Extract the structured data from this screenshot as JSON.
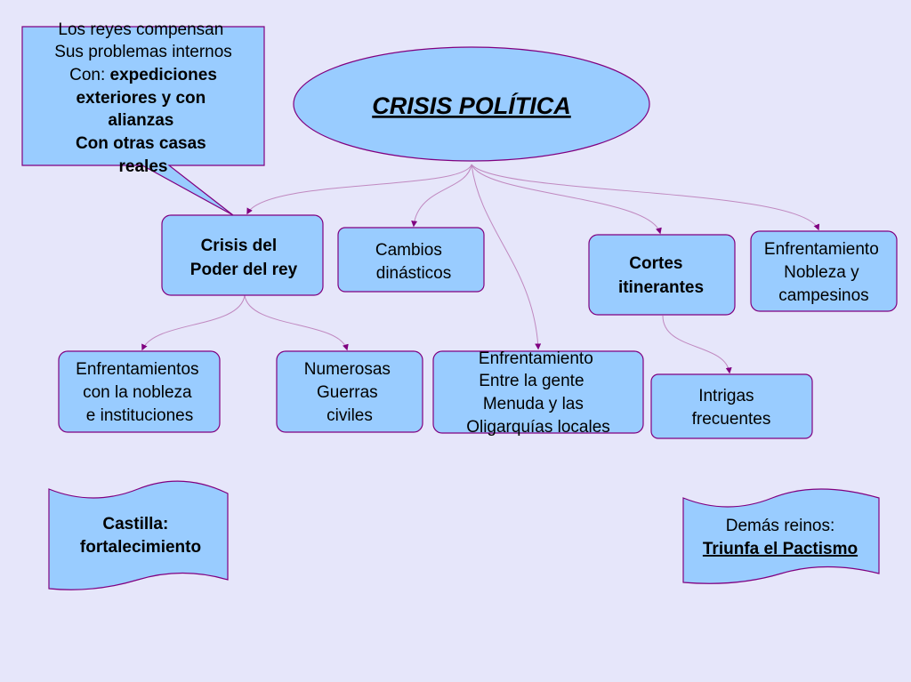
{
  "title": "CRISIS POLÍTICA",
  "callout": {
    "lines": [
      {
        "text": "Los reyes compensan",
        "bold": false
      },
      {
        "text": "Sus problemas internos",
        "bold": false
      },
      {
        "text": "expediciones",
        "bold": true,
        "prefix": "Con: "
      },
      {
        "text": "exteriores y con",
        "bold": true
      },
      {
        "text": "alianzas",
        "bold": true
      },
      {
        "text": "Con otras casas",
        "bold": true
      },
      {
        "text": "reales",
        "bold": true
      }
    ]
  },
  "level1": {
    "crisis_poder": {
      "lines": [
        "Crisis del",
        "Poder del rey"
      ],
      "bold": true
    },
    "cambios": {
      "lines": [
        "Cambios",
        "dinásticos"
      ],
      "bold": false
    },
    "cortes": {
      "lines": [
        "Cortes",
        "itinerantes"
      ],
      "bold": true
    },
    "nobleza_campesinos": {
      "lines": [
        "Enfrentamiento",
        "Nobleza y",
        "campesinos"
      ],
      "bold": false
    }
  },
  "level2": {
    "enfrent_nobleza": {
      "lines": [
        "Enfrentamientos",
        "con la nobleza",
        "e instituciones"
      ],
      "bold": false
    },
    "guerras": {
      "lines": [
        "Numerosas",
        "Guerras",
        "civiles"
      ],
      "bold": false
    },
    "oligarquias": {
      "lines": [
        "Enfrentamiento",
        "Entre la gente",
        "Menuda y las",
        "Oligarquías locales"
      ],
      "bold": false
    },
    "intrigas": {
      "lines": [
        "Intrigas",
        "frecuentes"
      ],
      "bold": false
    }
  },
  "notes": {
    "castilla": {
      "lines": [
        "Castilla:",
        "fortalecimiento"
      ]
    },
    "demas": {
      "line1": "Demás reinos:",
      "line2": "Triunfa el Pactismo"
    }
  },
  "colors": {
    "background": "#e6e6fa",
    "node_fill": "#99ccff",
    "node_stroke": "#800080",
    "arrow": "#800080",
    "connector": "#c089c0"
  }
}
